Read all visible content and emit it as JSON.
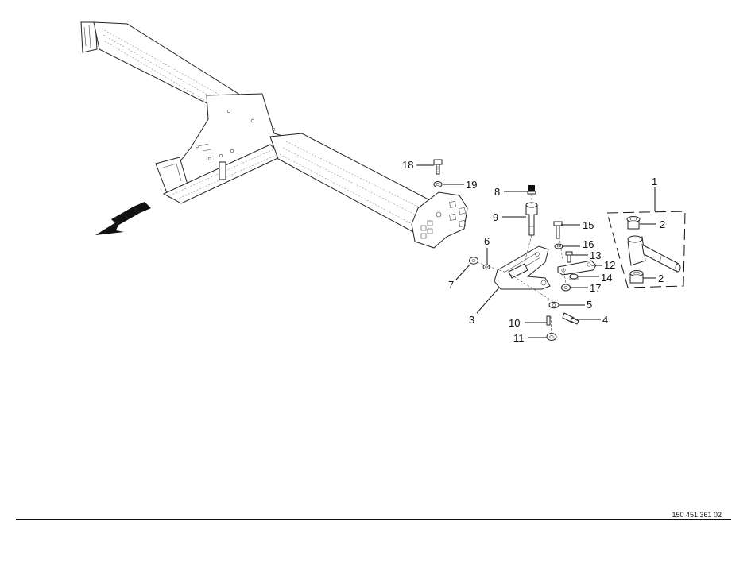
{
  "document_number": "150 451 361 02",
  "callouts": [
    {
      "id": "1",
      "label": "1"
    },
    {
      "id": "2a",
      "label": "2"
    },
    {
      "id": "2b",
      "label": "2"
    },
    {
      "id": "3",
      "label": "3"
    },
    {
      "id": "4",
      "label": "4"
    },
    {
      "id": "5",
      "label": "5"
    },
    {
      "id": "6",
      "label": "6"
    },
    {
      "id": "7",
      "label": "7"
    },
    {
      "id": "8",
      "label": "8"
    },
    {
      "id": "9",
      "label": "9"
    },
    {
      "id": "10",
      "label": "10"
    },
    {
      "id": "11",
      "label": "11"
    },
    {
      "id": "12",
      "label": "12"
    },
    {
      "id": "13",
      "label": "13"
    },
    {
      "id": "14",
      "label": "14"
    },
    {
      "id": "15",
      "label": "15"
    },
    {
      "id": "16",
      "label": "16"
    },
    {
      "id": "17",
      "label": "17"
    },
    {
      "id": "18",
      "label": "18"
    },
    {
      "id": "19",
      "label": "19"
    }
  ],
  "colors": {
    "line": "#222222",
    "background": "#ffffff"
  }
}
